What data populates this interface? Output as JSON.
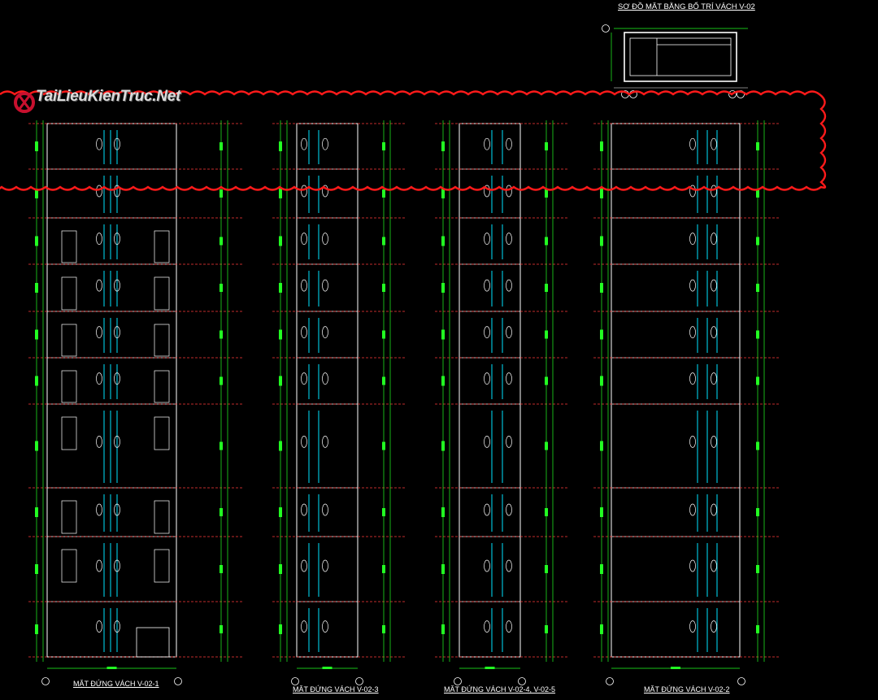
{
  "watermark": {
    "text": "TaiLieuKienTruc.Net"
  },
  "plan": {
    "title": "SƠ ĐỒ MẶT BẰNG BỐ TRÍ VÁCH V-02"
  },
  "elevations": [
    {
      "title": "MẶT ĐỨNG VÁCH V-02-1"
    },
    {
      "title": "MẶT ĐỨNG VÁCH V-02-3"
    },
    {
      "title": "MẶT ĐỨNG VÁCH V-02-4, V-02-5"
    },
    {
      "title": "MẶT ĐỨNG VÁCH V-02-2"
    }
  ],
  "colors": {
    "background": "#000000",
    "cloud": "#ff1a1a",
    "outline": "#ffffff",
    "dimension": "#22ff22",
    "rebar": "#00e5ff",
    "level_line": "#ff3b3b"
  }
}
